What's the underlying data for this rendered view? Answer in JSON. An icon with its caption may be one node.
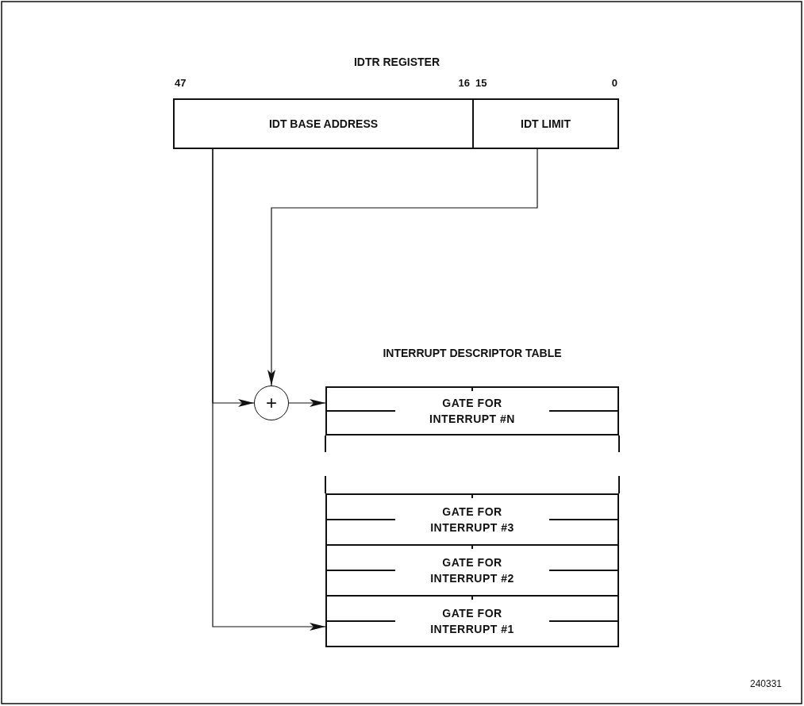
{
  "diagram": {
    "nodes": [
      {
        "text": [
          "IDT BASE ADDRESS"
        ]
      },
      {
        "text": [
          "IDT LIMIT"
        ]
      },
      {
        "text": [
          "+"
        ]
      },
      {
        "text": [
          "GATE FOR INTERRUPT #N"
        ]
      },
      {
        "text": [
          "GATE FOR INTERRUPT #3"
        ]
      },
      {
        "text": [
          "GATE FOR INTERRUPT #2"
        ]
      },
      {
        "text": [
          "GATE FOR INTERRUPT #1"
        ]
      }
    ],
    "edges": [
      {
        "from": 1,
        "to": 2,
        "arrow": "to"
      },
      {
        "from": 0,
        "to": 2,
        "arrow": "to"
      },
      {
        "from": 2,
        "to": 3,
        "arrow": "to"
      },
      {
        "from": 0,
        "to": 6,
        "arrow": "to"
      }
    ],
    "labels": [
      "IDTR REGISTER",
      "47",
      "16",
      "15",
      "0",
      "INTERRUPT DESCRIPTOR TABLE",
      "240331"
    ]
  }
}
